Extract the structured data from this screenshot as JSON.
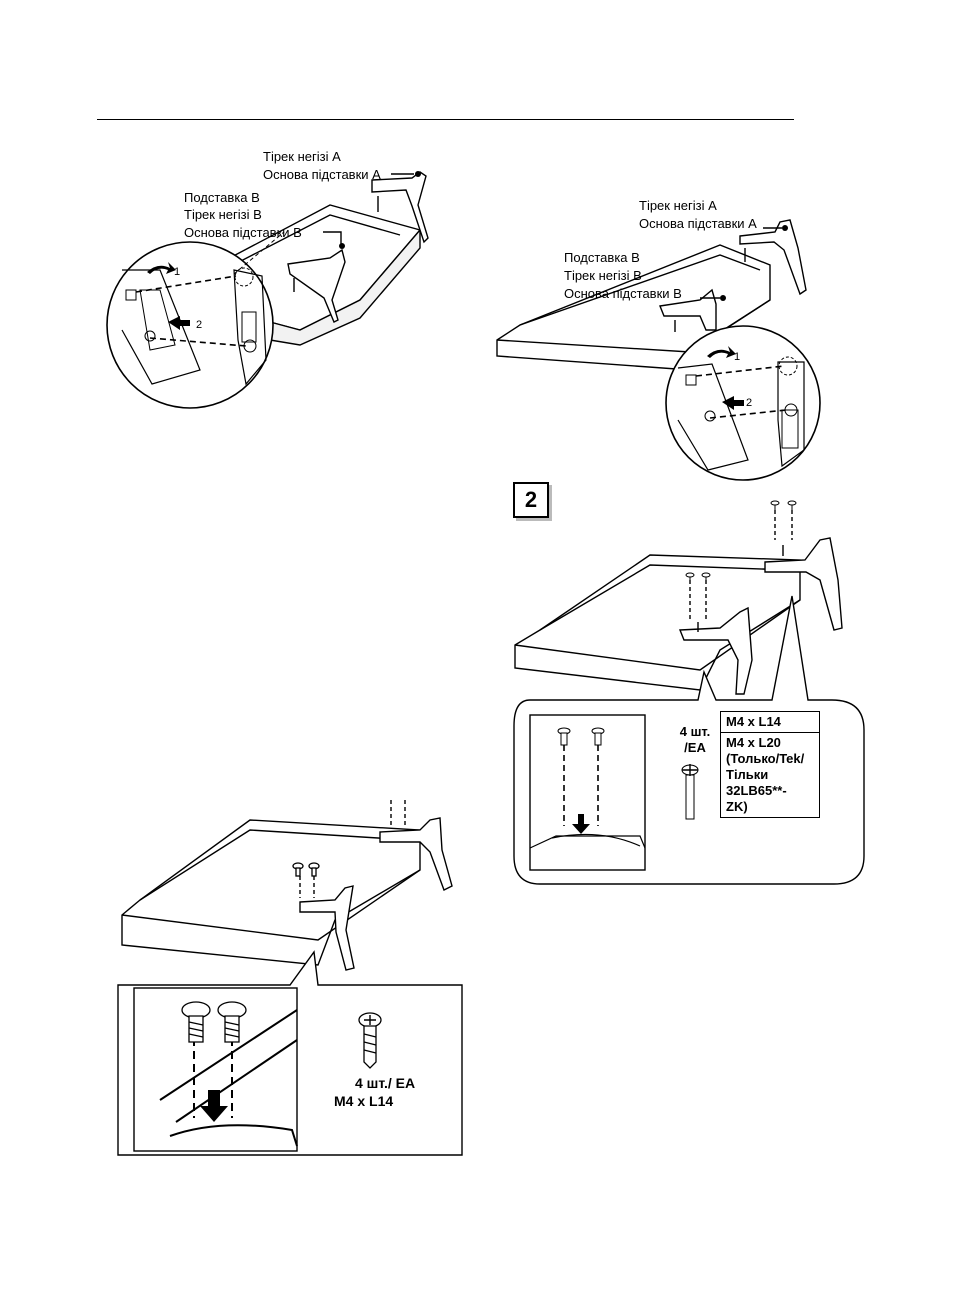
{
  "fig_top_left": {
    "label_post_a": "Тірек негізі А",
    "label_base_a": "Основа підставки А",
    "label_stand_b": "Подставка В",
    "label_post_b": "Тірек негізі В",
    "label_base_b": "Основа підставки В",
    "arrow_1": "1",
    "arrow_2": "2"
  },
  "fig_top_right": {
    "label_post_a": "Тірек негізі А",
    "label_base_a": "Основа підставки А",
    "label_stand_b": "Подставка В",
    "label_post_b": "Тірек негізі В",
    "label_base_b": "Основа підставки В",
    "arrow_1": "1",
    "arrow_2": "2"
  },
  "step_number": "2",
  "fig_bottom_left": {
    "qty": "4 шт./ EA",
    "screw_size": "M4 x L14"
  },
  "fig_bottom_right": {
    "qty_line1": "4 шт.",
    "qty_line2": "/EA",
    "screw_a": "M4 x L14",
    "screw_b_lines": [
      "M4 x L20",
      "(Только/Tek/",
      "Тільки",
      "32LB65**-",
      "ZK)"
    ]
  }
}
